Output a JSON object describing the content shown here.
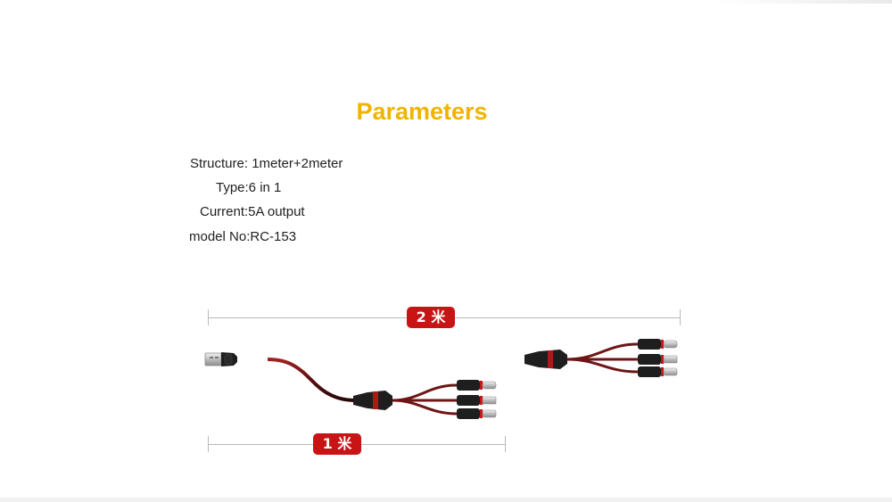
{
  "title": "Parameters",
  "specs": {
    "structure": "Structure: 1meter+2meter",
    "type": "Type:6 in 1",
    "current": "Current:5A output",
    "model": "model No:RC-153"
  },
  "dimensions": {
    "long_label": "2 米",
    "short_label": "1 米"
  },
  "colors": {
    "title": "#f0b400",
    "badge": "#c81414",
    "cable_braid": "#7a1a1a",
    "connector": "#1e1e1e"
  }
}
